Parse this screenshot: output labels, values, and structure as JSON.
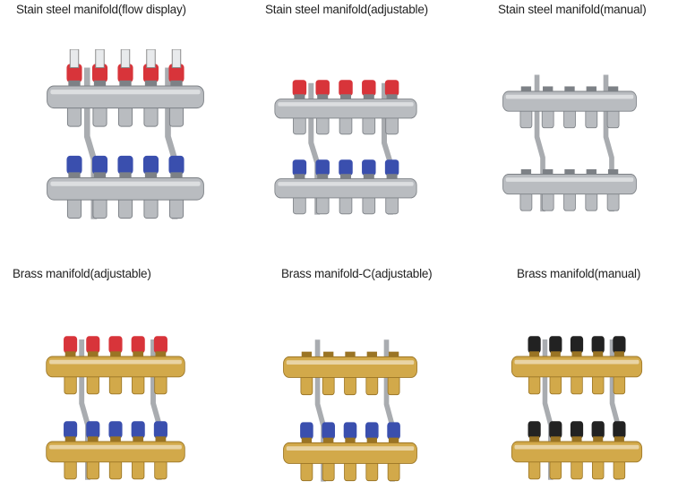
{
  "products": [
    {
      "title": "Stain steel manifold(flow display)"
    },
    {
      "title": "Stain steel manifold(adjustable)"
    },
    {
      "title": "Stain steel manifold(manual)"
    },
    {
      "title": "Brass manifold(adjustable)"
    },
    {
      "title": "Brass manifold-C(adjustable)"
    },
    {
      "title": "Brass manifold(manual)"
    }
  ],
  "colors": {
    "steel": "#b9bcc0",
    "brass": "#d2a94a",
    "red_cap": "#d8343a",
    "blue_cap": "#3a4fae",
    "black_cap": "#222222"
  }
}
